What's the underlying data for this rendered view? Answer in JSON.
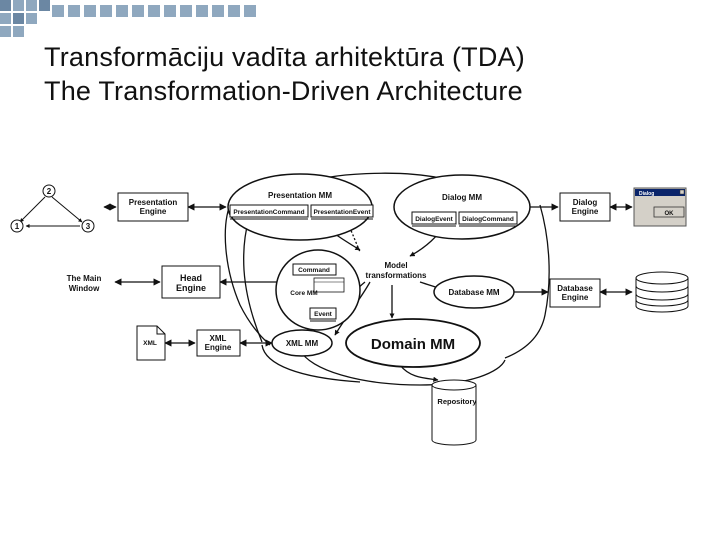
{
  "title": {
    "line1": "Transformāciju vadīta arhitektūra (TDA)",
    "line2": "The Transformation-Driven Architecture"
  },
  "colors": {
    "deco_square": "#8fa8bf",
    "deco_square_dark": "#6b87a3",
    "line": "#111111"
  },
  "diagram": {
    "graph_nodes": [
      "2",
      "1",
      "3"
    ],
    "presentation_engine": "Presentation Engine",
    "presentation_mm": "Presentation MM",
    "presentation_command": "PresentationCommand",
    "presentation_event": "PresentationEvent",
    "dialog_mm": "Dialog MM",
    "dialog_event": "DialogEvent",
    "dialog_command": "DialogCommand",
    "dialog_engine": "Dialog Engine",
    "dialog_window_title": "Dialog",
    "dialog_window_ok": "OK",
    "main_window": "The Main Window",
    "head_engine": "Head Engine",
    "core_mm": "Core MM",
    "command": "Command",
    "event": "Event",
    "model_transformations": "Model transformations",
    "database_mm": "Database MM",
    "database_engine": "Database Engine",
    "xml_file": "XML",
    "xml_engine": "XML Engine",
    "xml_mm": "XML MM",
    "domain_mm": "Domain MM",
    "repository": "Repository"
  }
}
